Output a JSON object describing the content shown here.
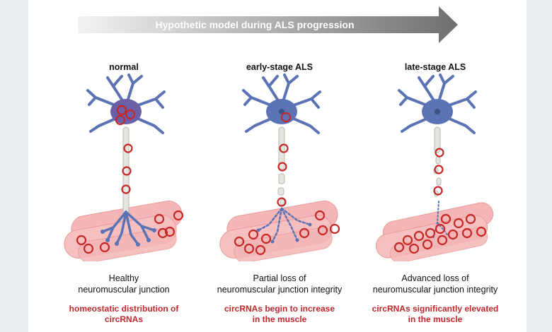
{
  "header": {
    "arrow_label": "Hypothetic model during ALS progression"
  },
  "stages": [
    {
      "title": "normal",
      "caption_line1": "Healthy",
      "caption_line2": "neuromuscular junction",
      "finding_line1": "homeostatic distribution of",
      "finding_line2": "circRNAs"
    },
    {
      "title": "early-stage ALS",
      "caption_line1": "Partial loss of",
      "caption_line2": "neuromuscular junction integrity",
      "finding_line1": "circRNAs begin to increase",
      "finding_line2": "in the muscle"
    },
    {
      "title": "late-stage ALS",
      "caption_line1": "Advanced loss of",
      "caption_line2": "neuromuscular junction integrity",
      "finding_line1": "circRNAs significantly elevated",
      "finding_line2": "in the muscle"
    }
  ],
  "colors": {
    "neuron": "#5b73b4",
    "soma_normal": "#6b5fa8",
    "axon": "#e6e6e0",
    "muscle": "#f4b6b6",
    "muscle_stripe": "#e79b9b",
    "circRNA": "#c62828",
    "finding_text": "#c0272d",
    "arrow_start": "#f3f3f3",
    "arrow_end": "#6f6f6f"
  }
}
